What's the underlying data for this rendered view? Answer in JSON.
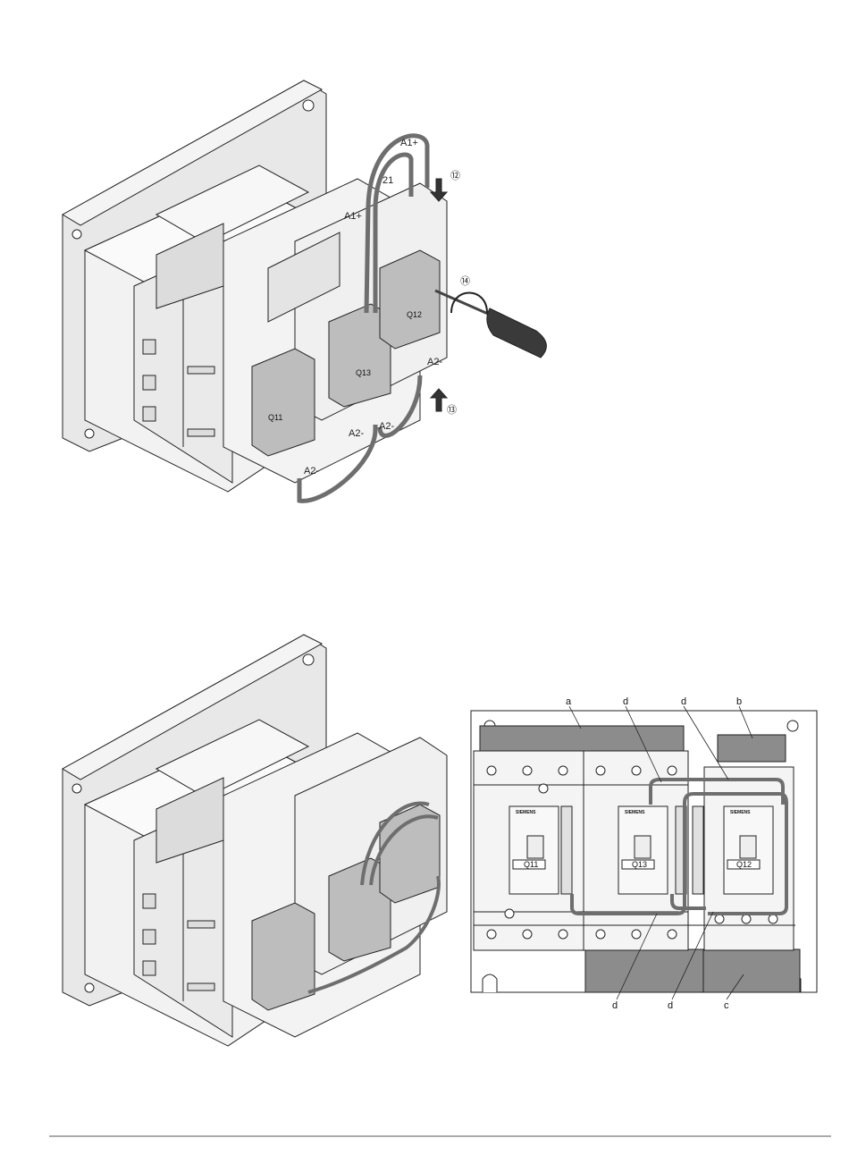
{
  "figure_top": {
    "wire_labels": {
      "a1plus_upper": "A1+",
      "a1plus_lower": "A1+",
      "aux_21": "21",
      "a2minus_right": "A2-",
      "a2minus_mid_left": "A2-",
      "a2minus_mid_right": "A2-",
      "a2minus_bottom": "A2-"
    },
    "steps": {
      "s12": "⑫",
      "s13": "⑬",
      "s14": "⑭"
    },
    "contactors": {
      "q11": "Q11",
      "q13": "Q13",
      "q12": "Q12"
    }
  },
  "figure_bottom_front": {
    "callouts": {
      "a": "a",
      "b": "b",
      "c": "c",
      "d1": "d",
      "d2": "d",
      "d3": "d",
      "d4": "d"
    },
    "contactors": {
      "q11": "Q11",
      "q13": "Q13",
      "q12": "Q12"
    },
    "brand": "SIEMENS"
  },
  "colors": {
    "line": "#222222",
    "panel": "#e6e6e6",
    "body": "#f0f0f0",
    "grey_block": "#8c8c8c",
    "cable": "#6e6e6e"
  }
}
